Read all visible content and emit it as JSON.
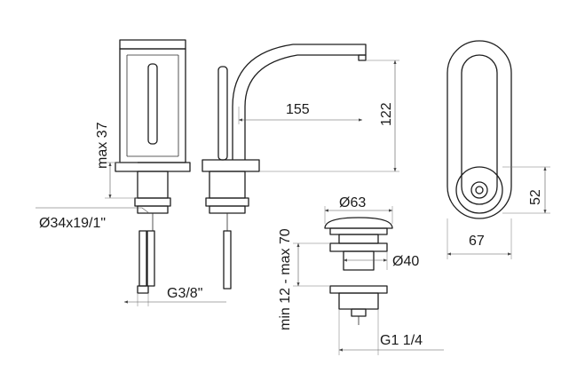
{
  "dimensions": {
    "max_height": "max 37",
    "spout_reach": "155",
    "spout_height": "122",
    "body_width": "67",
    "base_diameter": "52",
    "shank": "Ø34x19/1\"",
    "hose_thread": "G3/8\"",
    "drain_cap": "Ø63",
    "drain_body": "Ø40",
    "drain_range": "min 12 - max 70",
    "drain_thread": "G1 1/4"
  }
}
